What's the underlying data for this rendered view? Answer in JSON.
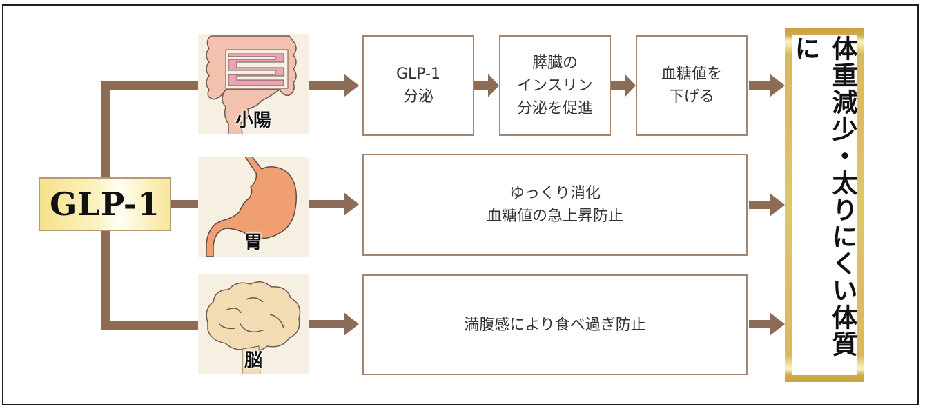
{
  "diagram": {
    "source": {
      "label": "GLP-1"
    },
    "organs": [
      {
        "id": "small-intestine",
        "label": "小陽"
      },
      {
        "id": "stomach",
        "label": "胃"
      },
      {
        "id": "brain",
        "label": "脳"
      }
    ],
    "pathways": {
      "small_intestine_steps": [
        "GLP-1\n分泌",
        "膵臓の\nインスリン\n分泌を促進",
        "血糖値を\n下げる"
      ],
      "stomach_effect": "ゆっくり消化\n血糖値の急上昇防止",
      "brain_effect": "満腹感により食べ過ぎ防止"
    },
    "result": "体重減少・太りにくい体質に",
    "colors": {
      "connector": "#8c6b57",
      "box_border": "#a38471",
      "organ_bg": "#f6f0e3",
      "gold": "#d6b655",
      "glp_fill": "#f6e28a"
    }
  }
}
